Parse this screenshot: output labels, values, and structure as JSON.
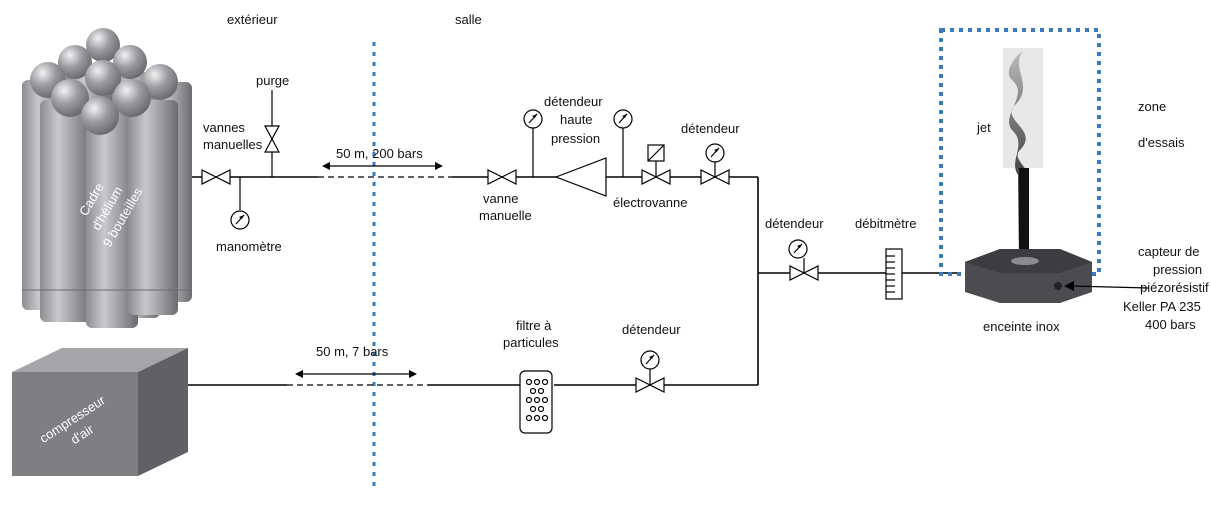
{
  "zones": {
    "outside": "extérieur",
    "room": "salle",
    "test_zone": [
      "zone",
      "d'essais"
    ]
  },
  "helium_rack": [
    "Cadre",
    "d'hélium",
    "9 bouteilles"
  ],
  "compressor": [
    "compresseur",
    "d'air"
  ],
  "labels": {
    "purge": "purge",
    "manual_valves": [
      "vannes",
      "manuelles"
    ],
    "manometer": "manomètre",
    "line_helium": "50 m, 200 bars",
    "line_air": "50 m, 7 bars",
    "manual_valve": [
      "vanne",
      "manuelle"
    ],
    "hp_regulator": [
      "détendeur",
      "haute",
      "pression"
    ],
    "solenoid_valve": "électrovanne",
    "regulator_top": "détendeur",
    "regulator_mid": "détendeur",
    "regulator_air": "détendeur",
    "flowmeter": "débitmètre",
    "particle_filter": [
      "filtre à",
      "particules"
    ],
    "jet": "jet",
    "vessel": "enceinte inox",
    "pressure_sensor": [
      "capteur de",
      "pression",
      "piézorésistif",
      "Keller PA 235",
      "400 bars"
    ]
  },
  "colors": {
    "dotted_line": "#3a7bbf",
    "equipment": "#7d7f83",
    "equipment_dark": "#5f6166",
    "vessel": "#4a4c50"
  }
}
